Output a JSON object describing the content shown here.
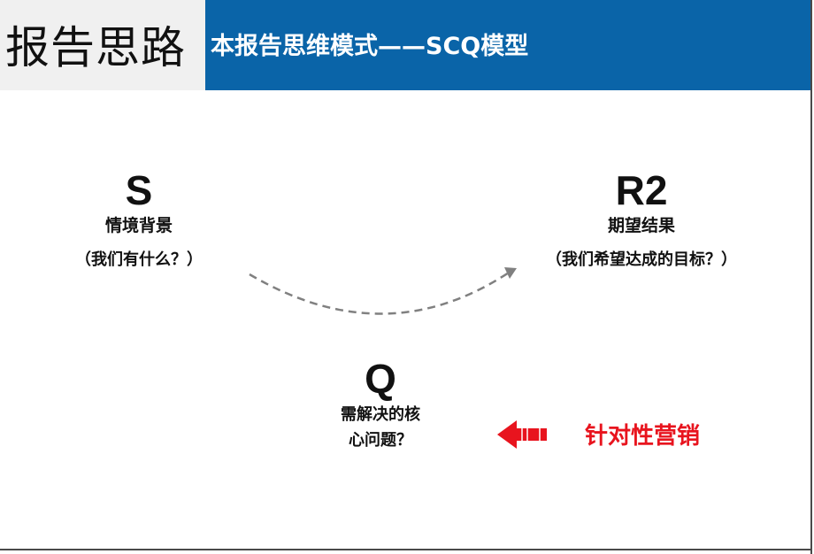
{
  "header": {
    "title": "报告思路",
    "subtitle": "本报告思维模式——SCQ模型"
  },
  "nodes": {
    "s": {
      "letter": "S",
      "label": "情境背景",
      "question": "（我们有什么？）"
    },
    "r": {
      "letter": "R2",
      "label": "期望结果",
      "question": "（我们希望达成的目标？）"
    },
    "q": {
      "letter": "Q",
      "label_line1": "需解决的核",
      "label_line2": "心问题？"
    }
  },
  "callout": {
    "text": "针对性营销"
  },
  "colors": {
    "header_blue": "#0a64a8",
    "accent_red": "#e8141e",
    "arc_gray": "#808080"
  }
}
